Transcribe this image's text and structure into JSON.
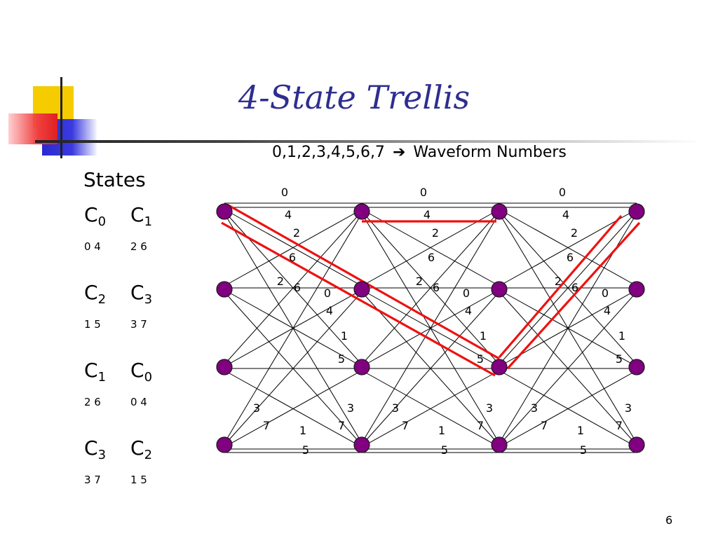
{
  "slide": {
    "title": "4-State Trellis",
    "subtitle_values": "0,1,2,3,4,5,6,7",
    "subtitle_arrow": "➔",
    "subtitle_text": "Waveform Numbers",
    "page_number": "6"
  },
  "states": {
    "heading": "States",
    "rows": [
      {
        "left": {
          "base": "C",
          "sub": "0",
          "nums": "0 4"
        },
        "right": {
          "base": "C",
          "sub": "1",
          "nums": "2 6"
        }
      },
      {
        "left": {
          "base": "C",
          "sub": "2",
          "nums": "1 5"
        },
        "right": {
          "base": "C",
          "sub": "3",
          "nums": "3 7"
        }
      },
      {
        "left": {
          "base": "C",
          "sub": "1",
          "nums": "2 6"
        },
        "right": {
          "base": "C",
          "sub": "0",
          "nums": "0 4"
        }
      },
      {
        "left": {
          "base": "C",
          "sub": "3",
          "nums": "3 7"
        },
        "right": {
          "base": "C",
          "sub": "2",
          "nums": "1 5"
        }
      }
    ]
  },
  "trellis": {
    "stages": 3,
    "states_count": 4,
    "colors": {
      "node": "#800080",
      "edge": "#000000",
      "path": "#EE1111",
      "title": "#2E2E8F"
    },
    "edges": [
      [
        0,
        0
      ],
      [
        0,
        1
      ],
      [
        0,
        2
      ],
      [
        0,
        3
      ],
      [
        1,
        0
      ],
      [
        1,
        1
      ],
      [
        1,
        2
      ],
      [
        1,
        3
      ],
      [
        2,
        0
      ],
      [
        2,
        1
      ],
      [
        2,
        2
      ],
      [
        2,
        3
      ],
      [
        3,
        0
      ],
      [
        3,
        1
      ],
      [
        3,
        2
      ],
      [
        3,
        3
      ]
    ],
    "branch_labels": [
      "0",
      "4",
      "2",
      "6",
      "2",
      "6",
      "0",
      "4",
      "1",
      "5",
      "3",
      "3",
      "7",
      "7",
      "1",
      "5"
    ],
    "path_note": "highlighted survivor paths in red"
  }
}
